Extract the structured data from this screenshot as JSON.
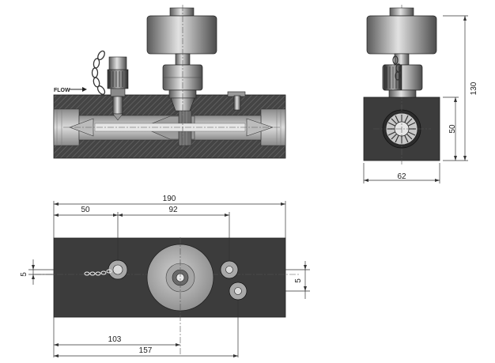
{
  "labels": {
    "flow": "FLOW",
    "height_total": "130",
    "height_block": "50",
    "width_side": "62",
    "length_total": "190",
    "dist_50": "50",
    "dist_92": "92",
    "dist_103": "103",
    "dist_157": "157",
    "offset_left": "5",
    "offset_right": "5"
  },
  "colors": {
    "block": "#3c3c3c",
    "steel_light": "#d8d8d8",
    "steel_mid": "#9a9a9a",
    "steel_dark": "#5a5a5a"
  }
}
